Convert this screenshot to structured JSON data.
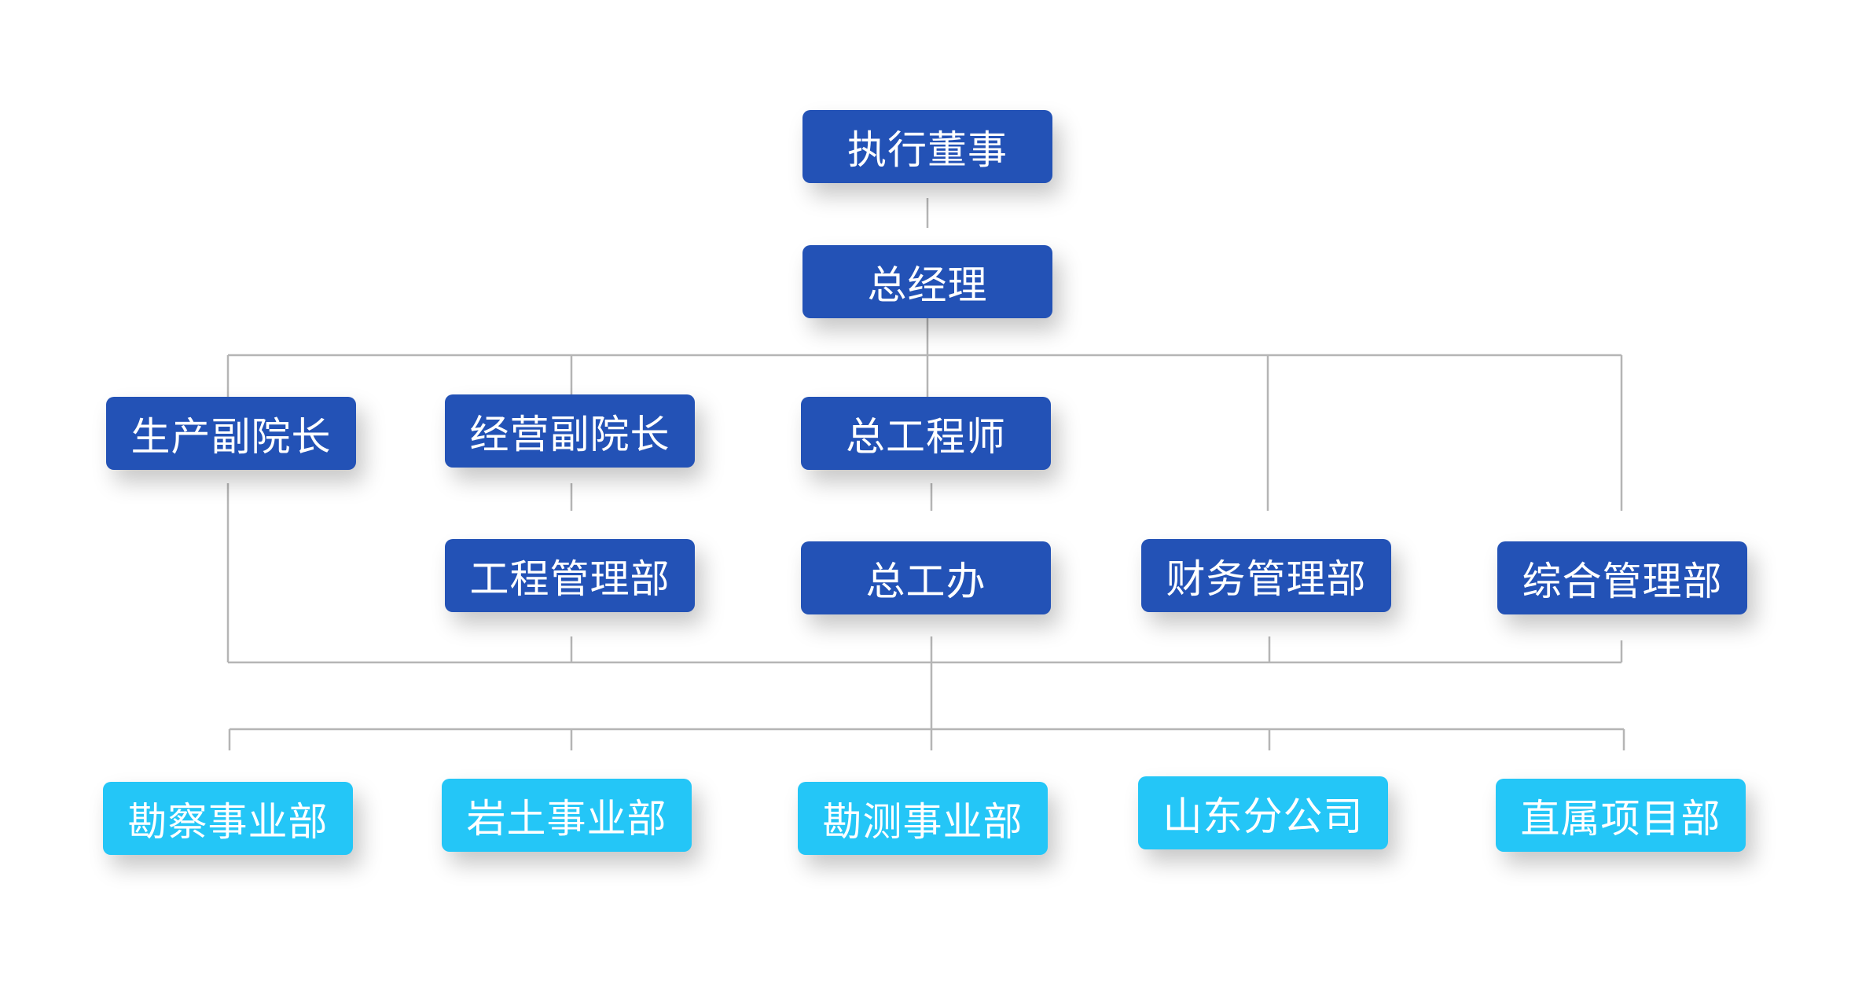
{
  "colors": {
    "dark_node": "#2352b6",
    "light_node": "#24c6f7",
    "connector": "#b5b5b5"
  },
  "nodes": {
    "executive_director": "执行董事",
    "general_manager": "总经理",
    "vp_production": "生产副院长",
    "vp_operations": "经营副院长",
    "chief_engineer": "总工程师",
    "engineering_mgmt_dept": "工程管理部",
    "chief_engineer_office": "总工办",
    "finance_mgmt_dept": "财务管理部",
    "general_mgmt_dept": "综合管理部",
    "survey_division": "勘察事业部",
    "geotech_division": "岩土事业部",
    "surveying_division": "勘测事业部",
    "shandong_branch": "山东分公司",
    "direct_project_dept": "直属项目部"
  }
}
